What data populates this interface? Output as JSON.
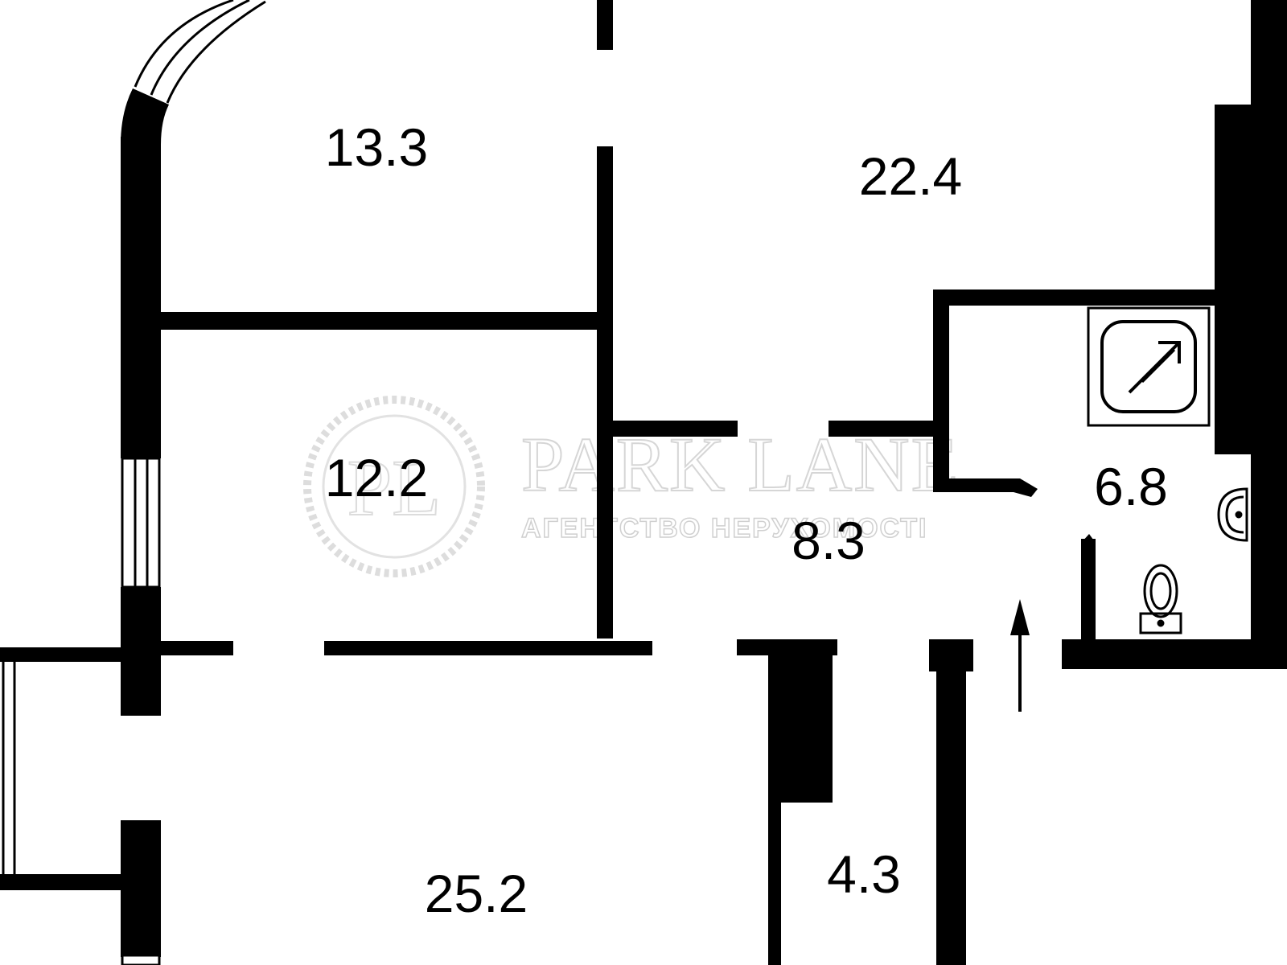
{
  "watermark": {
    "brand": "PARK LANE",
    "tagline": "АГЕНТСТВО НЕРУХОМОСТІ",
    "seal_monogram": "PL"
  },
  "rooms": {
    "room_1": "13.3",
    "room_2": "22.4",
    "room_3": "12.2",
    "room_4": "8.3",
    "room_5": "6.8",
    "room_6": "4.3",
    "room_7": "25.2"
  },
  "colors": {
    "wall": "#000000",
    "background": "#ffffff",
    "watermark": "#d6d6d6"
  },
  "icons": [
    "shower-icon",
    "sink-icon",
    "toilet-icon",
    "entrance-arrow-icon"
  ]
}
